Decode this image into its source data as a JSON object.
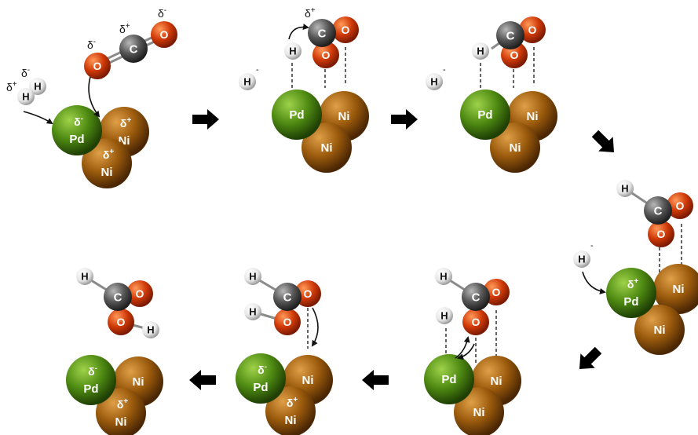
{
  "colors": {
    "pd": "#4e8a12",
    "ni": "#9a5a0c",
    "oxygen": "#d03a08",
    "carbon": "#555555",
    "hydrogen": "#e6e6e6",
    "arrow": "#000000"
  },
  "atom_labels": {
    "pd": "Pd",
    "ni": "Ni",
    "c": "C",
    "o": "O",
    "h": "H"
  },
  "charges": {
    "delta_plus": "δ+",
    "delta_minus": "δ-",
    "hydride": "-"
  }
}
